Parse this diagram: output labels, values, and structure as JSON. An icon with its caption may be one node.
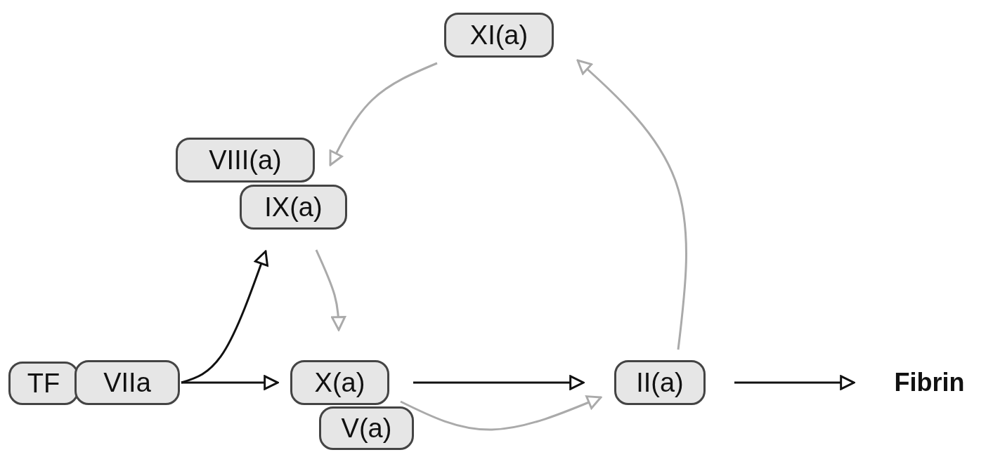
{
  "diagram": {
    "nodes": [
      {
        "text": [
          "TF"
        ]
      },
      {
        "text": [
          "VIIa"
        ]
      },
      {
        "text": [
          "XI(a)"
        ]
      },
      {
        "text": [
          "VIII(a)"
        ]
      },
      {
        "text": [
          "IX(a)"
        ]
      },
      {
        "text": [
          "X(a)"
        ]
      },
      {
        "text": [
          "V(a)"
        ]
      },
      {
        "text": [
          "II(a)"
        ]
      },
      {
        "text": [
          "Fibrin"
        ]
      }
    ],
    "edges": [
      {
        "from": 1,
        "to": 4,
        "arrow": "to"
      },
      {
        "from": 1,
        "to": 5,
        "arrow": "to"
      },
      {
        "from": 5,
        "to": 7,
        "arrow": "to"
      },
      {
        "from": 7,
        "to": 8,
        "arrow": "to"
      },
      {
        "from": 5,
        "to": 7,
        "arrow": "to",
        "color": "#aaaaaa"
      },
      {
        "from": 7,
        "to": 2,
        "arrow": "to",
        "color": "#aaaaaa"
      },
      {
        "from": 2,
        "to": 3,
        "arrow": "to",
        "color": "#aaaaaa"
      },
      {
        "from": 4,
        "to": 5,
        "arrow": "to",
        "color": "#aaaaaa"
      }
    ]
  }
}
